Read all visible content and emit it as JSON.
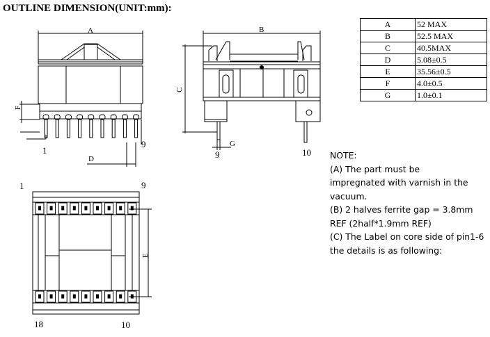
{
  "title": "OUTLINE DIMENSION(UNIT:mm):",
  "dimensions": [
    {
      "key": "A",
      "value": "52 MAX"
    },
    {
      "key": "B",
      "value": "52.5 MAX"
    },
    {
      "key": "C",
      "value": "40.5MAX"
    },
    {
      "key": "D",
      "value": "5.08±0.5"
    },
    {
      "key": "E",
      "value": "35.56±0.5"
    },
    {
      "key": "F",
      "value": "4.0±0.5"
    },
    {
      "key": "G",
      "value": "1.0±0.1"
    }
  ],
  "labels": {
    "A": "A",
    "B": "B",
    "C": "C",
    "D": "D",
    "E": "E",
    "F": "F",
    "G": "G"
  },
  "pins": {
    "front_left": "1",
    "front_right": "9",
    "side_left": "9",
    "side_right": "10",
    "bottom_top_left": "1",
    "bottom_top_right": "9",
    "bottom_bottom_left": "18",
    "bottom_bottom_right": "10"
  },
  "notes": {
    "heading": "NOTE:",
    "lines": [
      "(A) The part must be",
      "impregnated with varnish in the",
      "vacuum.",
      "(B) 2 halves ferrite gap = 3.8mm",
      "REF (2half*1.9mm REF)",
      "(C) The Label on core side of pin1-6",
      "the details is as following:"
    ]
  }
}
